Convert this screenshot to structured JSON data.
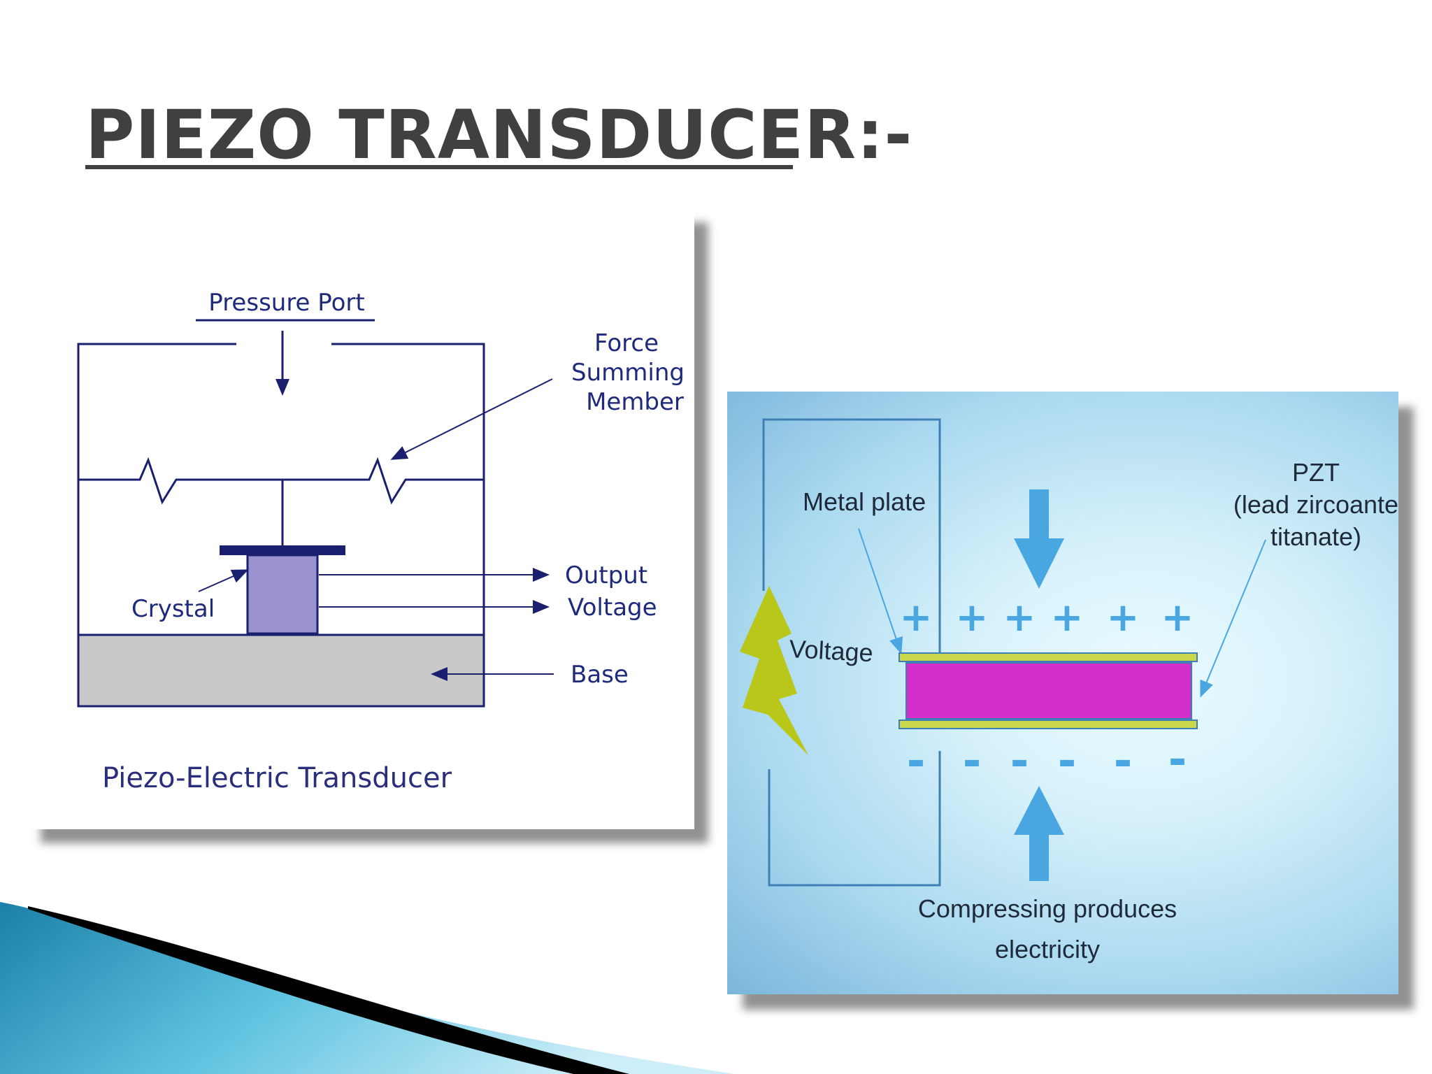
{
  "slide": {
    "title": "PIEZO TRANSDUCER:-"
  },
  "left_diagram": {
    "pressure_port": "Pressure Port",
    "force_line1": "Force",
    "force_line2": "Summing",
    "force_line3": "Member",
    "crystal": "Crystal",
    "output": "Output",
    "voltage": "Voltage",
    "base": "Base",
    "caption": "Piezo-Electric Transducer",
    "colors": {
      "line": "#1a1f6e",
      "crystal_fill": "#9b93cf",
      "base_fill": "#c8c8c8",
      "label": "#1f2a7c"
    }
  },
  "right_diagram": {
    "metal_plate": "Metal plate",
    "pzt_line1": "PZT",
    "pzt_line2": "(lead zircoante",
    "pzt_line3": "titanate)",
    "voltage": "Voltage",
    "compress_line1": "Compressing produces",
    "compress_line2": "electricity",
    "plus_sign": "+",
    "minus_sign": "-",
    "colors": {
      "pzt_fill": "#d42ecb",
      "plate": "#c9d84a",
      "arrow": "#4aa6e0",
      "bolt": "#b9c61a",
      "wire": "#3f7fb8"
    }
  },
  "decor": {
    "colors": [
      "#1c7fa8",
      "#5fc3e0",
      "#000000"
    ]
  }
}
